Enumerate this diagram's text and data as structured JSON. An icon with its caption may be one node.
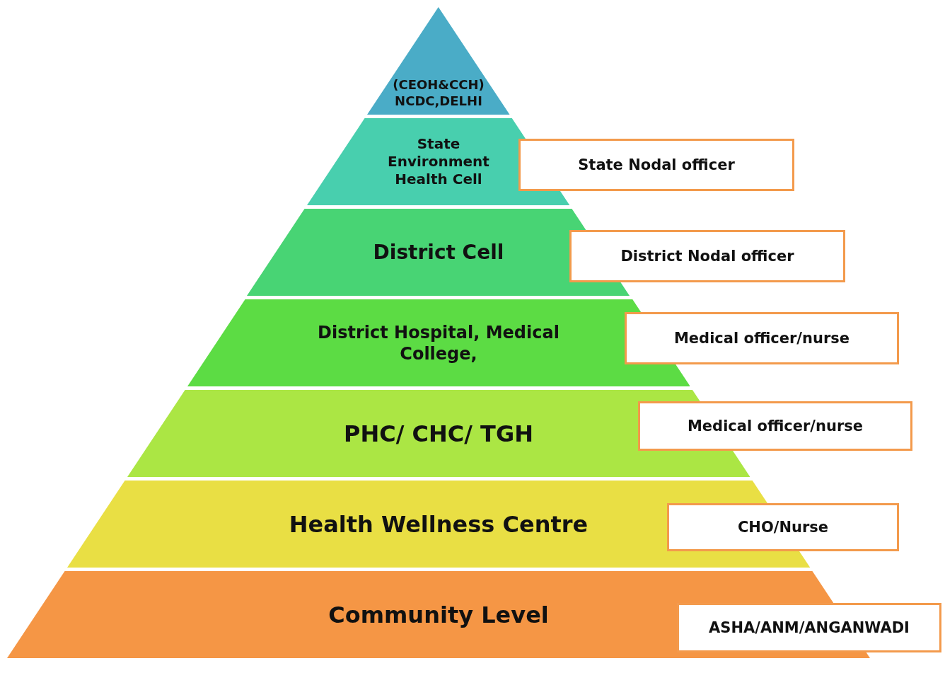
{
  "diagram": {
    "nodes": [
      {
        "text": [
          "(CEOH&CCH) NCDC,DELHI"
        ]
      },
      {
        "text": [
          "State Environment Health Cell"
        ]
      },
      {
        "text": [
          "District Cell"
        ]
      },
      {
        "text": [
          "District Hospital, Medical College,"
        ]
      },
      {
        "text": [
          "PHC/ CHC/ TGH"
        ]
      },
      {
        "text": [
          "Health Wellness Centre"
        ]
      },
      {
        "text": [
          "Community Level"
        ]
      },
      {
        "text": [
          "State Nodal officer"
        ]
      },
      {
        "text": [
          "District Nodal officer"
        ]
      },
      {
        "text": [
          "Medical officer/nurse"
        ]
      },
      {
        "text": [
          "Medical officer/nurse"
        ]
      },
      {
        "text": [
          "CHO/Nurse"
        ]
      },
      {
        "text": [
          "ASHA/ANM/ANGANWADI"
        ]
      }
    ]
  }
}
